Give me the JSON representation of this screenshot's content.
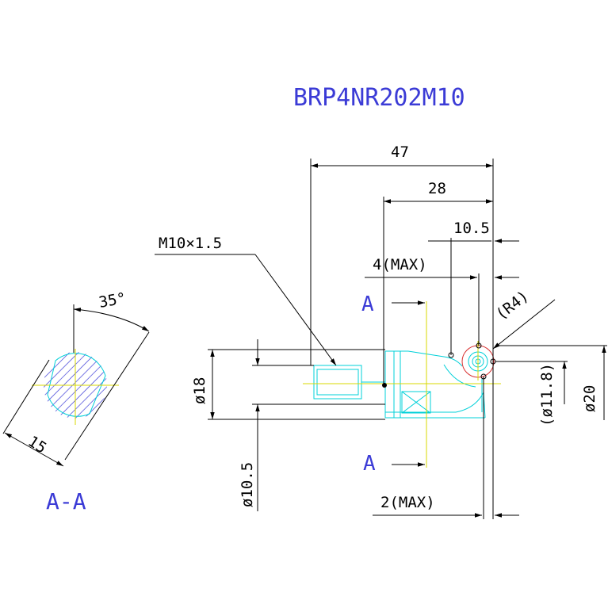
{
  "title": "BRP4NR202M10",
  "dims": {
    "d47": "47",
    "d28": "28",
    "d10_5_top": "10.5",
    "d4max": "4(MAX)",
    "r4": "(R4)",
    "d11_8": "(ø11.8)",
    "d20": "ø20",
    "d18": "ø18",
    "d10_5_left": "ø10.5",
    "d2max": "2(MAX)",
    "thread": "M10×1.5",
    "section_a_top": "A",
    "section_a_bottom": "A",
    "angle": "35°",
    "width15": "15"
  },
  "section_label": "A-A",
  "colors": {
    "dimension": "#000000",
    "outline": "#00d0d8",
    "centerline": "#d8d800",
    "hatch": "#3b3bd6",
    "ball": "#d83030",
    "label": "#3b3bd6"
  }
}
